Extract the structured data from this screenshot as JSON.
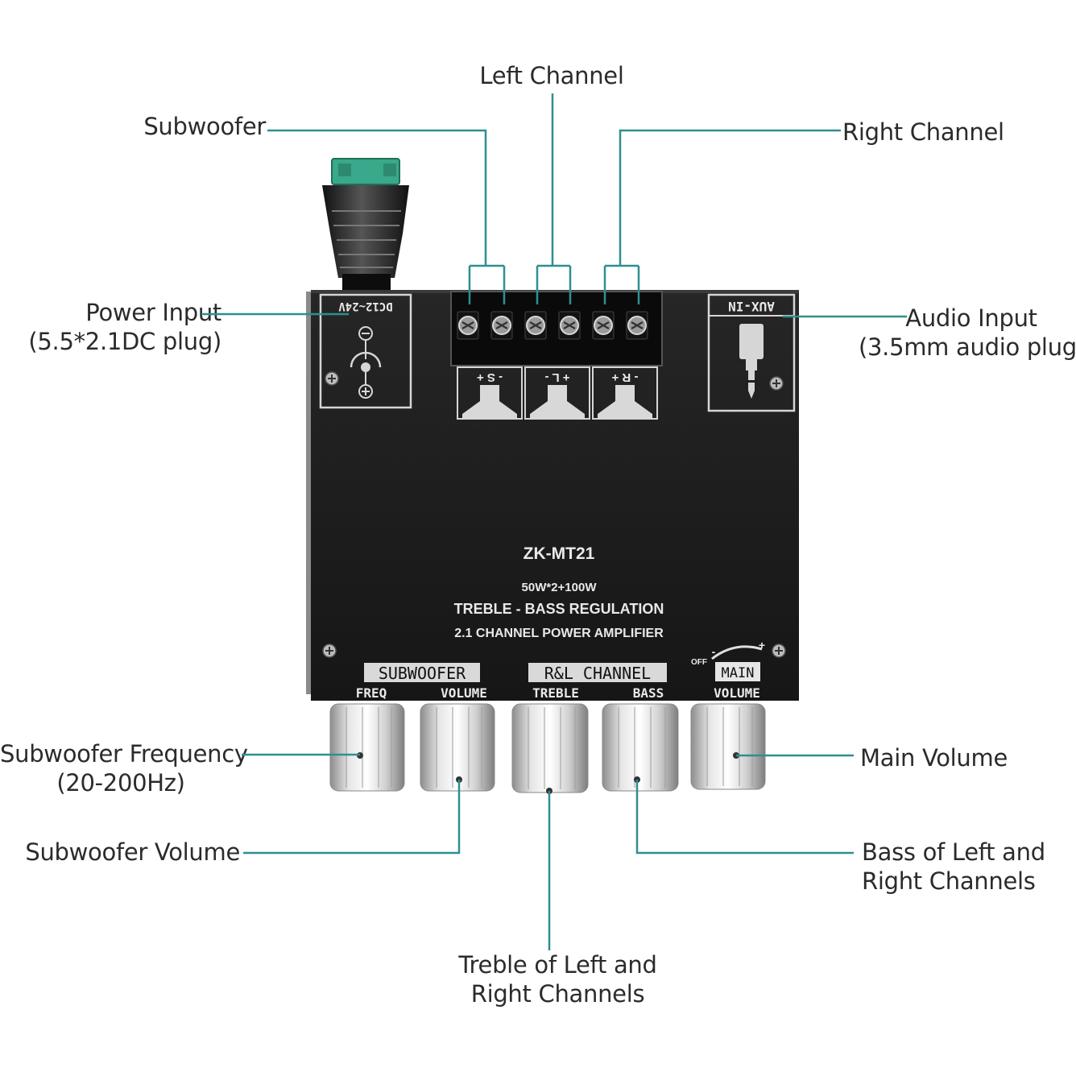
{
  "labels": {
    "left_channel": "Left Channel",
    "subwoofer": "Subwoofer",
    "right_channel": "Right Channel",
    "power_input": {
      "line1": "Power Input",
      "line2": "(5.5*2.1DC plug)"
    },
    "audio_input": {
      "line1": "Audio Input",
      "line2": "(3.5mm audio plug)"
    },
    "subwoofer_frequency": {
      "line1": "Subwoofer Frequency",
      "line2": "(20-200Hz)"
    },
    "subwoofer_volume": "Subwoofer Volume",
    "main_volume": "Main Volume",
    "bass": {
      "line1": "Bass of Left and",
      "line2": "Right Channels"
    },
    "treble": {
      "line1": "Treble of Left and",
      "line2": "Right Channels"
    }
  },
  "board": {
    "model": "ZK-MT21",
    "power_spec": "50W*2+100W",
    "feature": "TREBLE - BASS REGULATION",
    "description": "2.1 CHANNEL POWER AMPLIFIER",
    "dc_label": "DC12~24V",
    "aux_label": "AUX-IN",
    "terminals": [
      {
        "marking": "- S +"
      },
      {
        "marking": "+ L -"
      },
      {
        "marking": "- R +"
      }
    ],
    "groups": {
      "subwoofer": "SUBWOOFER",
      "rl_channel": "R&L CHANNEL",
      "main": "MAIN"
    },
    "knob_labels": [
      "FREQ",
      "VOLUME",
      "TREBLE",
      "BASS",
      "VOLUME"
    ],
    "off_label": "OFF",
    "plus_label": "+",
    "minus_label": "-"
  },
  "colors": {
    "leader_line": "#2f8f8f",
    "board": "#1e1e1e",
    "connector_green": "#3aa88a",
    "knob_silver": "#c9c9c9"
  },
  "icons": [
    "speaker-icon",
    "dc-polarity-icon",
    "audio-jack-icon",
    "screw-icon"
  ]
}
